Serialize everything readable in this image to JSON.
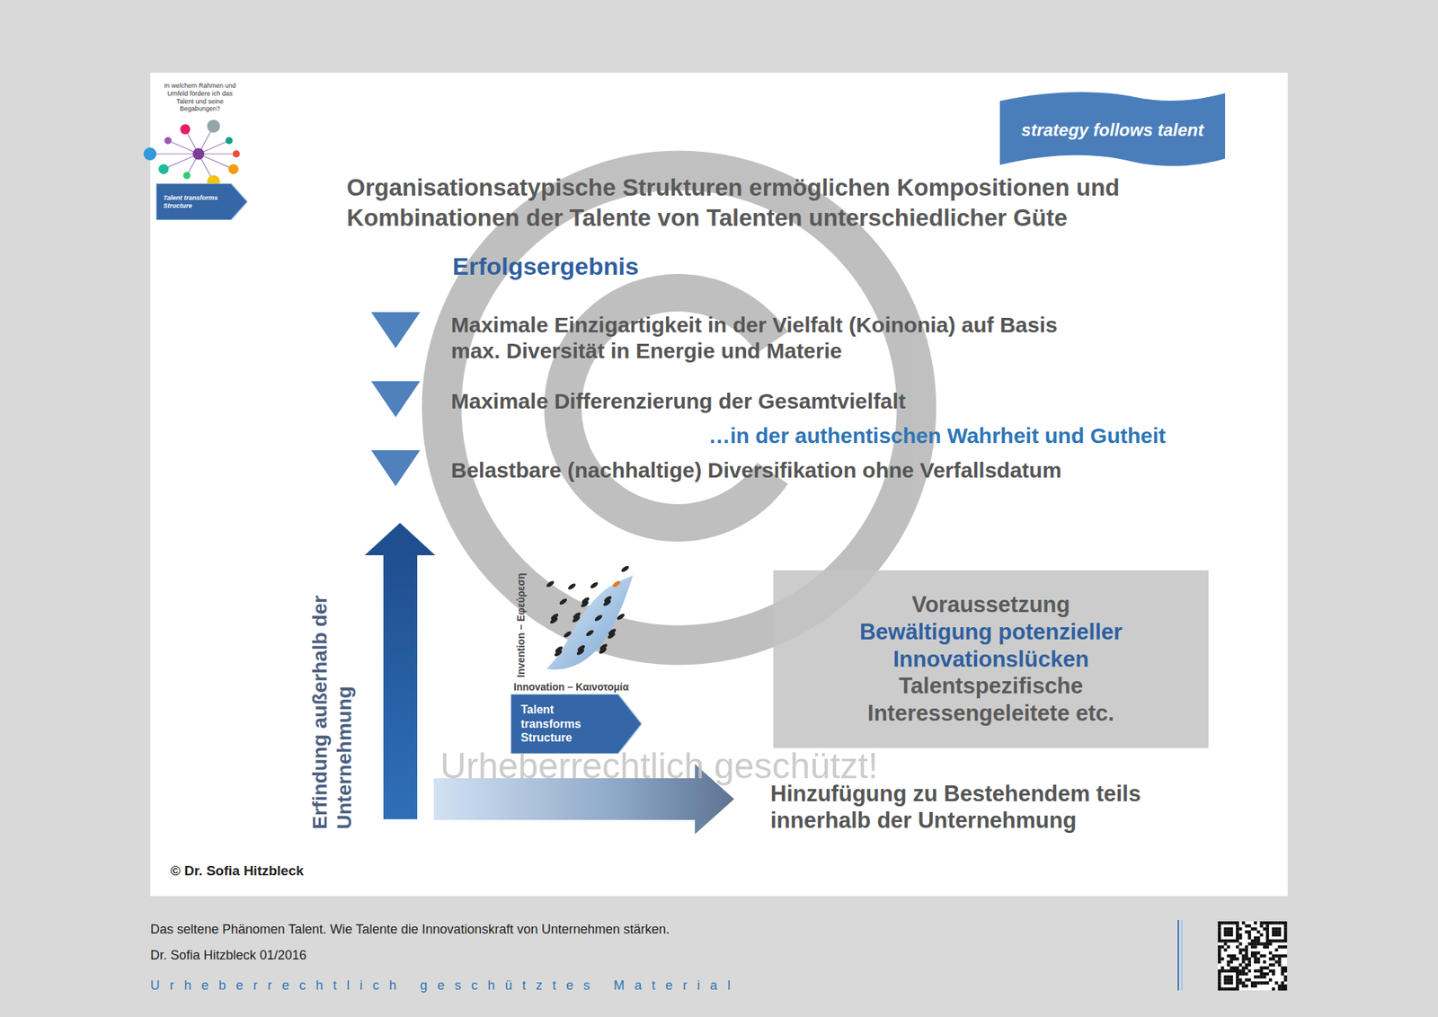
{
  "diagram": {
    "title": "Organisationsatypische Strukturen ermöglichen Kompositionen und Kombinationen der Talente von Talenten unterschiedlicher Güte",
    "nodes": [
      {
        "text": [
          "strategy follows talent"
        ]
      },
      {
        "text": [
          "Talent transforms Structure"
        ]
      },
      {
        "text": [
          "Voraussetzung",
          "Bewältigung potenzieller Innovationslücken",
          "Talentspezifische Interessengeleitete etc."
        ]
      },
      {
        "text": [
          "Talent transforms Structure"
        ]
      }
    ],
    "labels": [
      "In welchem Rahmen und Umfeld fördere ich das Talent und seine Begabungen?",
      "Erfolgsergebnis",
      "Maximale Einzigartigkeit in der Vielfalt (Koinonia) auf Basis max. Diversität in Energie und Materie",
      "Maximale Differenzierung der Gesamtvielfalt",
      "…in der authentischen Wahrheit und Gutheit",
      "Belastbare (nachhaltige) Diversifikation ohne Verfallsdatum",
      "Erfindung außerhalb der Unternehmung",
      "Invention – Εφεύρεση",
      "Innovation – Καινοτομία",
      "Urheberrechtlich geschützt!",
      "Hinzufügung zu Bestehendem teils innerhalb der Unternehmung",
      "© Dr. Sofia Hitzbleck",
      "Das seltene Phänomen Talent. Wie Talente die Innovationskraft von Unternehmen stärken.",
      "Dr. Sofia Hitzbleck 01/2016",
      "Urheberrechtlich geschütztes Material"
    ]
  }
}
